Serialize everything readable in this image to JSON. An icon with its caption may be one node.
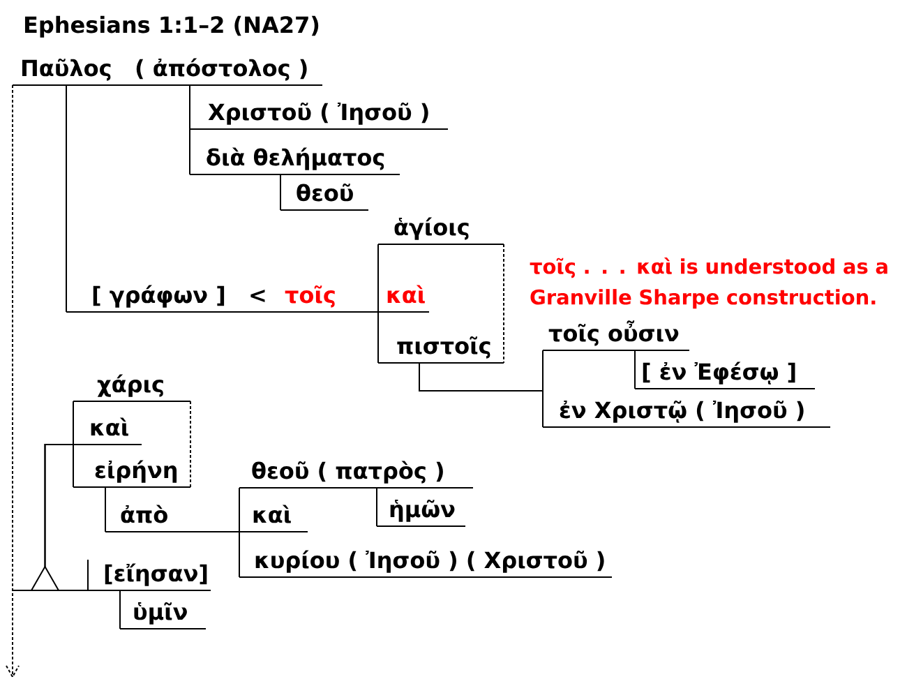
{
  "diagram": {
    "title": "Ephesians 1:1–2 (NA27)",
    "nodes": [
      {
        "text": [
          "Παῦλος",
          "( ἀπόστολος )"
        ]
      },
      {
        "text": [
          "Χριστοῦ ( Ἰησοῦ )"
        ]
      },
      {
        "text": [
          "διὰ θελήματος"
        ]
      },
      {
        "text": [
          "θεοῦ"
        ]
      },
      {
        "text": [
          "[ γράφων ]",
          "<",
          "τοῖς"
        ]
      },
      {
        "text": [
          "ἁγίοις"
        ]
      },
      {
        "text": [
          "καὶ"
        ]
      },
      {
        "text": [
          "πιστοῖς"
        ]
      },
      {
        "text": [
          "τοῖς οὖσιν"
        ]
      },
      {
        "text": [
          "[ ἐν Ἐφέσῳ ]"
        ]
      },
      {
        "text": [
          "ἐν Χριστῷ ( Ἰησοῦ )"
        ]
      },
      {
        "text": [
          "χάρις"
        ]
      },
      {
        "text": [
          "καὶ"
        ]
      },
      {
        "text": [
          "εἰρήνη"
        ]
      },
      {
        "text": [
          "ἀπὸ"
        ]
      },
      {
        "text": [
          "θεοῦ ( πατρὸς )"
        ]
      },
      {
        "text": [
          "καὶ"
        ]
      },
      {
        "text": [
          "ἡμῶν"
        ]
      },
      {
        "text": [
          "κυρίου ( Ἰησοῦ ) ( Χριστοῦ )"
        ]
      },
      {
        "text": [],
        "shape": "triangle"
      },
      {
        "text": [
          "[εἴησαν]"
        ]
      },
      {
        "text": [
          "ὑμῖν"
        ]
      }
    ],
    "edges": [
      {
        "from": 0,
        "to": 4,
        "arrow": "none"
      },
      {
        "from": 0,
        "to": 1,
        "arrow": "none"
      },
      {
        "from": 0,
        "to": 2,
        "arrow": "none"
      },
      {
        "from": 2,
        "to": 3,
        "arrow": "none"
      },
      {
        "from": 4,
        "to": 5,
        "arrow": "none"
      },
      {
        "from": 4,
        "to": 7,
        "arrow": "none"
      },
      {
        "from": 5,
        "to": 7,
        "arrow": "none",
        "style": "dashed"
      },
      {
        "from": 7,
        "to": 8,
        "arrow": "none"
      },
      {
        "from": 7,
        "to": 10,
        "arrow": "none"
      },
      {
        "from": 8,
        "to": 9,
        "arrow": "none"
      },
      {
        "from": 19,
        "to": 11,
        "arrow": "none"
      },
      {
        "from": 19,
        "to": 13,
        "arrow": "none"
      },
      {
        "from": 11,
        "to": 13,
        "arrow": "none",
        "style": "dashed"
      },
      {
        "from": 13,
        "to": 14,
        "arrow": "none"
      },
      {
        "from": 14,
        "to": 15,
        "arrow": "none"
      },
      {
        "from": 14,
        "to": 18,
        "arrow": "none"
      },
      {
        "from": 15,
        "to": 17,
        "arrow": "none"
      },
      {
        "from": 20,
        "to": 21,
        "arrow": "none"
      },
      {
        "from": 0,
        "to": null,
        "arrow": "to",
        "style": "dashed"
      }
    ],
    "labels": [
      "τοῖς . . . καὶ is understood as a Granville Sharpe construction."
    ]
  }
}
